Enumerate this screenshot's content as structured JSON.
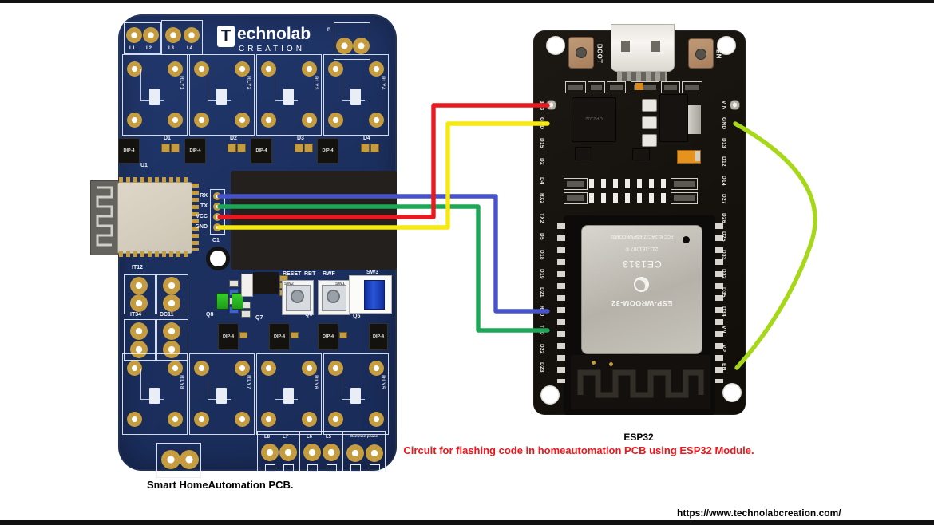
{
  "captions": {
    "esp32": "ESP32",
    "circuit": "Circuit for flashing code in homeautomation PCB using ESP32 Module.",
    "pcb": "Smart HomeAutomation PCB.",
    "url": "https://www.technolabcreation.com/"
  },
  "wires": [
    {
      "signal": "PCB RX to ESP32 RX0",
      "color": "#4753c9"
    },
    {
      "signal": "PCB TX to ESP32 TX0",
      "color": "#1ea756"
    },
    {
      "signal": "PCB VCC to ESP32 3V3",
      "color": "#e8191f"
    },
    {
      "signal": "PCB GND to ESP32 GND",
      "color": "#f6e90f"
    },
    {
      "signal": "ESP32 GND to ESP32 EN",
      "color": "#a6d817"
    }
  ],
  "pcb": {
    "brand_initial": "T",
    "brand_rest": "echnolab",
    "brand_sub": "CREATION",
    "header_pins": [
      "RX",
      "TX",
      "VCC",
      "GND"
    ],
    "top_terminals": [
      "L1",
      "L2",
      "L3",
      "L4"
    ],
    "top_right_terminal": "P",
    "relays_top": [
      "RLY1",
      "RLY2",
      "RLY3",
      "RLY4"
    ],
    "diodes": [
      "D1",
      "D2",
      "D3",
      "D4"
    ],
    "dip": "DIP-4",
    "ref_u1": "U1",
    "ref_c1": "C1",
    "button_labels": [
      "RESET",
      "RBT",
      "RWF"
    ],
    "switch_labels": [
      "SW2",
      "SW1",
      "SW3"
    ],
    "transistors": [
      "Q8",
      "Q7",
      "Q6",
      "Q5"
    ],
    "relays_bottom": [
      "RLY8",
      "RLY7",
      "RLY6",
      "RLY5"
    ],
    "io_boxes": [
      "IT12",
      "IT34",
      "DC11"
    ],
    "bottom_terminals": [
      "L8",
      "L7",
      "L6",
      "L5"
    ],
    "common_terminal": "Common phase"
  },
  "esp32": {
    "buttons": [
      "BOOT",
      "EN"
    ],
    "usb_chip": "CP2102",
    "left_pins": [
      "3V3",
      "GND",
      "D15",
      "D2",
      "D4",
      "RX2",
      "TX2",
      "D5",
      "D18",
      "D19",
      "D21",
      "RX0",
      "TX0",
      "D22",
      "D23"
    ],
    "right_pins": [
      "VIN",
      "GND",
      "D13",
      "D12",
      "D14",
      "D27",
      "D26",
      "D25",
      "D33",
      "D32",
      "D35",
      "D34",
      "VN",
      "VP",
      "EN"
    ],
    "module_lines": [
      "FCC ID:2AC7Z-ESPWROOM32",
      "211-161007 ®",
      "CE1313",
      "ESP-WROOM-32"
    ]
  }
}
